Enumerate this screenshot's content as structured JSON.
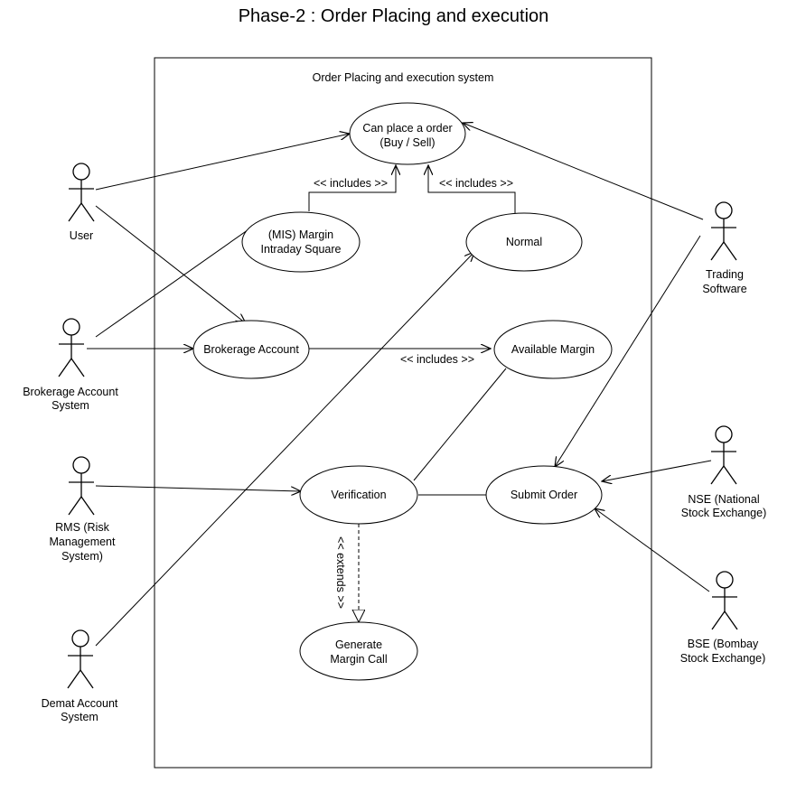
{
  "title": "Phase-2 : Order Placing and execution",
  "system_label": "Order Placing and execution system",
  "actors": {
    "user": [
      "User"
    ],
    "brokerage_system": [
      "Brokerage Account",
      "System"
    ],
    "rms": [
      "RMS (Risk",
      "Management",
      "System)"
    ],
    "demat": [
      "Demat Account",
      "System"
    ],
    "trading_software": [
      "Trading",
      "Software"
    ],
    "nse": [
      "NSE (National",
      "Stock Exchange)"
    ],
    "bse": [
      "BSE (Bombay",
      "Stock Exchange)"
    ]
  },
  "use_cases": {
    "place_order": [
      "Can place a order",
      "(Buy / Sell)"
    ],
    "mis": [
      "(MIS) Margin",
      "Intraday Square"
    ],
    "normal": [
      "Normal"
    ],
    "brokerage_account": [
      "Brokerage Account"
    ],
    "available_margin": [
      "Available Margin"
    ],
    "verification": [
      "Verification"
    ],
    "submit_order": [
      "Submit Order"
    ],
    "margin_call": [
      "Generate",
      "Margin Call"
    ]
  },
  "relations": {
    "includes_mis": "<<  includes >>",
    "includes_normal": "<<  includes >>",
    "includes_margin": "<<  includes >>",
    "extends": "<<  extends >>"
  }
}
